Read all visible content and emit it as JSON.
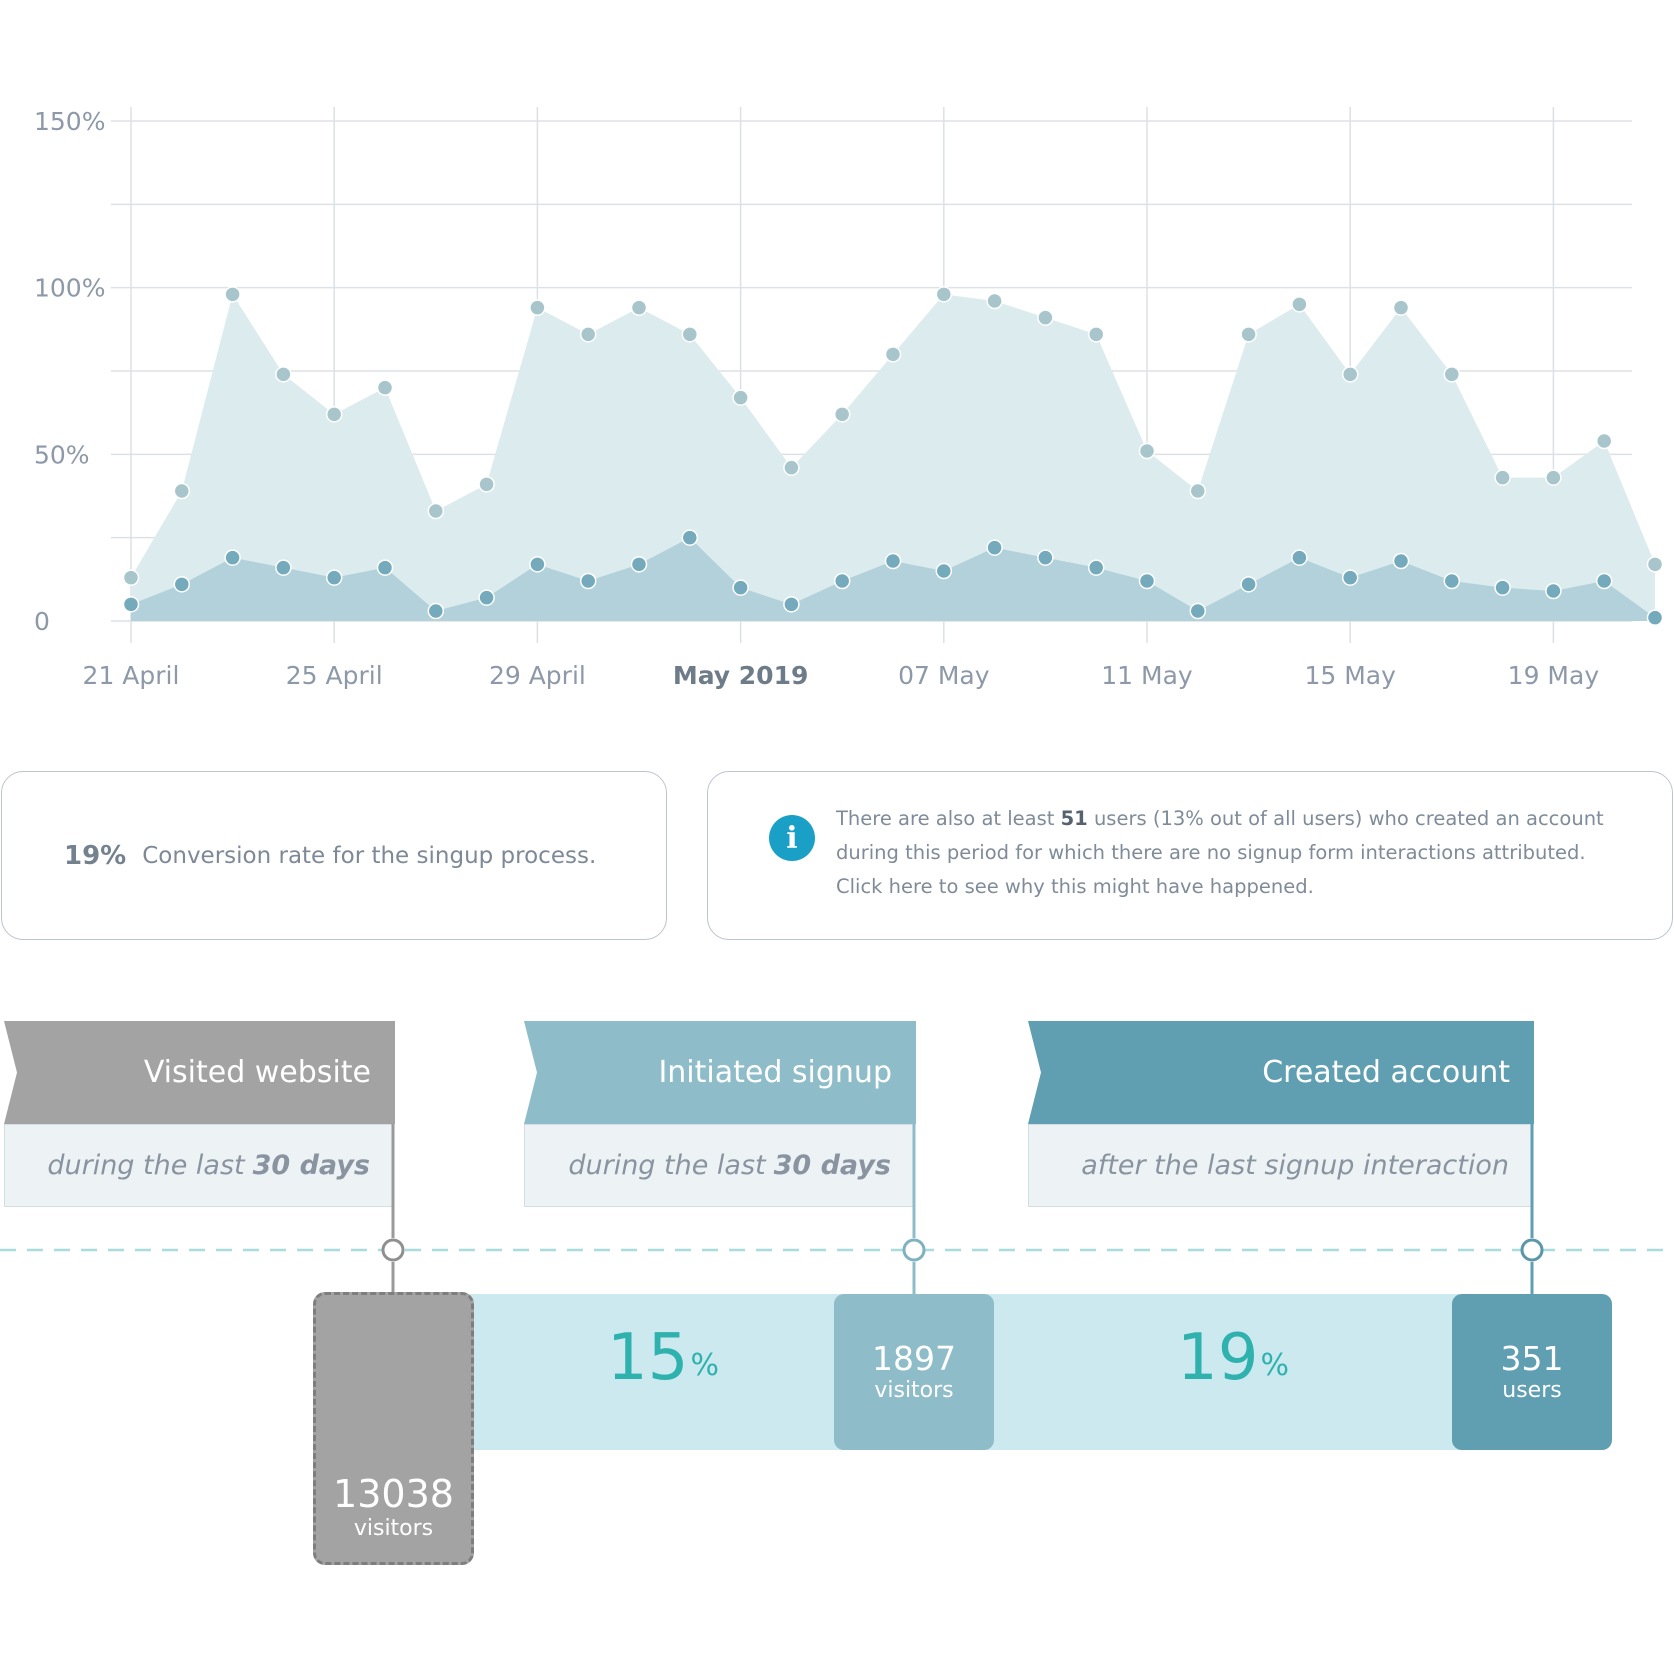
{
  "chart_data": {
    "type": "area",
    "x_start_label": "21 April",
    "x_ticks": [
      "21 April",
      "25 April",
      "29 April",
      "May 2019",
      "07 May",
      "11 May",
      "15 May",
      "19 May"
    ],
    "y_ticks": [
      "150%",
      "100%",
      "50%",
      "0"
    ],
    "ylim": [
      0,
      150
    ],
    "grid": true,
    "series": [
      {
        "points": [
          {
            "x": "21 April",
            "y": 13
          },
          {
            "x": "22 April",
            "y": 39
          },
          {
            "x": "23 April",
            "y": 98
          },
          {
            "x": "24 April",
            "y": 74
          },
          {
            "x": "25 April",
            "y": 62
          },
          {
            "x": "26 April",
            "y": 70
          },
          {
            "x": "27 April",
            "y": 33
          },
          {
            "x": "28 April",
            "y": 41
          },
          {
            "x": "29 April",
            "y": 94
          },
          {
            "x": "30 April",
            "y": 86
          },
          {
            "x": "01 May",
            "y": 94
          },
          {
            "x": "02 May",
            "y": 86
          },
          {
            "x": "03 May",
            "y": 67
          },
          {
            "x": "04 May",
            "y": 46
          },
          {
            "x": "05 May",
            "y": 62
          },
          {
            "x": "06 May",
            "y": 80
          },
          {
            "x": "07 May",
            "y": 98
          },
          {
            "x": "08 May",
            "y": 96
          },
          {
            "x": "09 May",
            "y": 91
          },
          {
            "x": "10 May",
            "y": 86
          },
          {
            "x": "11 May",
            "y": 51
          },
          {
            "x": "12 May",
            "y": 39
          },
          {
            "x": "13 May",
            "y": 86
          },
          {
            "x": "14 May",
            "y": 95
          },
          {
            "x": "15 May",
            "y": 74
          },
          {
            "x": "16 May",
            "y": 94
          },
          {
            "x": "17 May",
            "y": 74
          },
          {
            "x": "18 May",
            "y": 43
          },
          {
            "x": "19 May",
            "y": 43
          },
          {
            "x": "20 May",
            "y": 54
          },
          {
            "x": "21 May",
            "y": 17
          }
        ],
        "color": "#a9c5cc",
        "fill": "#dcebee"
      },
      {
        "points": [
          {
            "x": "21 April",
            "y": 5
          },
          {
            "x": "22 April",
            "y": 11
          },
          {
            "x": "23 April",
            "y": 19
          },
          {
            "x": "24 April",
            "y": 16
          },
          {
            "x": "25 April",
            "y": 13
          },
          {
            "x": "26 April",
            "y": 16
          },
          {
            "x": "27 April",
            "y": 3
          },
          {
            "x": "28 April",
            "y": 7
          },
          {
            "x": "29 April",
            "y": 17
          },
          {
            "x": "30 April",
            "y": 12
          },
          {
            "x": "01 May",
            "y": 17
          },
          {
            "x": "02 May",
            "y": 25
          },
          {
            "x": "03 May",
            "y": 10
          },
          {
            "x": "04 May",
            "y": 5
          },
          {
            "x": "05 May",
            "y": 12
          },
          {
            "x": "06 May",
            "y": 18
          },
          {
            "x": "07 May",
            "y": 15
          },
          {
            "x": "08 May",
            "y": 22
          },
          {
            "x": "09 May",
            "y": 19
          },
          {
            "x": "10 May",
            "y": 16
          },
          {
            "x": "11 May",
            "y": 12
          },
          {
            "x": "12 May",
            "y": 3
          },
          {
            "x": "13 May",
            "y": 11
          },
          {
            "x": "14 May",
            "y": 19
          },
          {
            "x": "15 May",
            "y": 13
          },
          {
            "x": "16 May",
            "y": 18
          },
          {
            "x": "17 May",
            "y": 12
          },
          {
            "x": "18 May",
            "y": 10
          },
          {
            "x": "19 May",
            "y": 9
          },
          {
            "x": "20 May",
            "y": 12
          },
          {
            "x": "21 May",
            "y": 1
          }
        ],
        "color": "#74aabb",
        "fill": "#b2d1da"
      }
    ]
  },
  "summary": {
    "conversion_rate": "19%",
    "conversion_text": "Conversion rate for the singup process."
  },
  "info": {
    "part1": "There are also at least ",
    "count": "51",
    "part2": " users (13% out of all users) who created an account during this period for which there are no signup form interactions attributed. Click here to see why this might have happened."
  },
  "steps": [
    {
      "title": "Visited website",
      "sub_prefix": "during the last",
      "sub_bold": "30 days",
      "color": "#a3a3a3"
    },
    {
      "title": "Initiated signup",
      "sub_prefix": "during the last",
      "sub_bold": "30 days",
      "color": "#8ebcc8"
    },
    {
      "title": "Created account",
      "sub_prefix": "after the last signup interaction",
      "sub_bold": "",
      "color": "#5f9fb1"
    }
  ],
  "funnel": {
    "visited": {
      "value": "13038",
      "unit": "visitors"
    },
    "signup": {
      "value": "1897",
      "unit": "visitors"
    },
    "account": {
      "value": "351",
      "unit": "users"
    },
    "rate1": {
      "value": "15",
      "unit": "%"
    },
    "rate2": {
      "value": "19",
      "unit": "%"
    }
  }
}
